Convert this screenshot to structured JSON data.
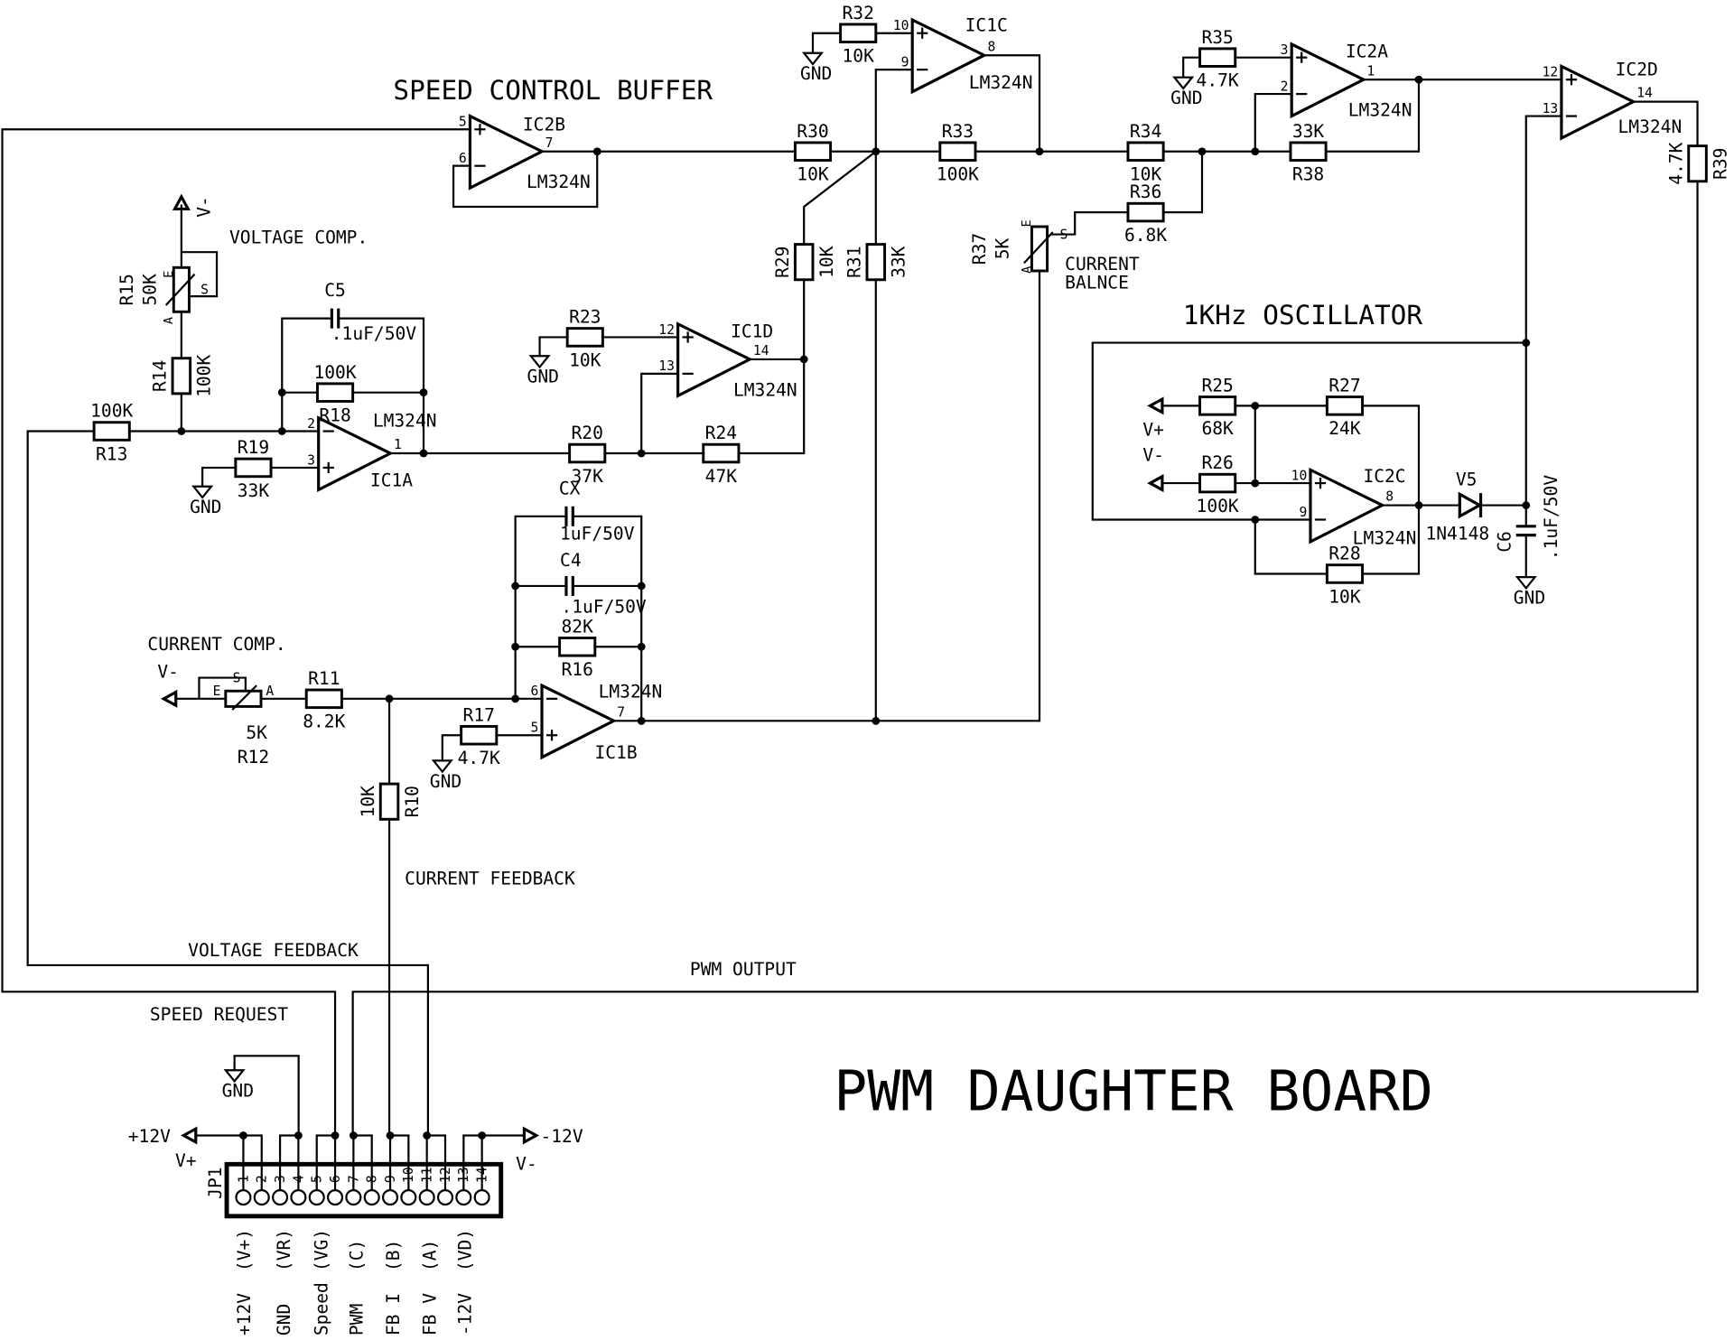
{
  "title": "PWM DAUGHTER BOARD",
  "sections": {
    "speed_buffer": "SPEED CONTROL BUFFER",
    "oscillator": "1KHz OSCILLATOR",
    "voltage_comp": "VOLTAGE COMP.",
    "current_comp": "CURRENT COMP.",
    "current_balance_1": "CURRENT",
    "current_balance_2": "BALNCE",
    "current_feedback": "CURRENT FEEDBACK",
    "voltage_feedback": "VOLTAGE FEEDBACK",
    "pwm_output": "PWM OUTPUT",
    "speed_request": "SPEED REQUEST"
  },
  "opamps": {
    "IC2B": {
      "ref": "IC2B",
      "part": "LM324N",
      "plus": "5",
      "minus": "6",
      "out": "7"
    },
    "IC1C": {
      "ref": "IC1C",
      "part": "LM324N",
      "plus": "10",
      "minus": "9",
      "out": "8"
    },
    "IC2A": {
      "ref": "IC2A",
      "part": "LM324N",
      "plus": "3",
      "minus": "2",
      "out": "1"
    },
    "IC2D": {
      "ref": "IC2D",
      "part": "LM324N",
      "plus": "12",
      "minus": "13",
      "out": "14"
    },
    "IC1A": {
      "ref": "IC1A",
      "part": "LM324N",
      "plus": "3",
      "minus": "2",
      "out": "1"
    },
    "IC1D": {
      "ref": "IC1D",
      "part": "LM324N",
      "plus": "12",
      "minus": "13",
      "out": "14"
    },
    "IC1B": {
      "ref": "IC1B",
      "part": "LM324N",
      "plus": "5",
      "minus": "6",
      "out": "7"
    },
    "IC2C": {
      "ref": "IC2C",
      "part": "LM324N",
      "plus": "10",
      "minus": "9",
      "out": "8"
    }
  },
  "resistors": {
    "R30": {
      "ref": "R30",
      "value": "10K"
    },
    "R32": {
      "ref": "R32",
      "value": "10K"
    },
    "R33": {
      "ref": "R33",
      "value": "100K"
    },
    "R34": {
      "ref": "R34",
      "value": "10K"
    },
    "R35": {
      "ref": "R35",
      "value": "4.7K"
    },
    "R36": {
      "ref": "R36",
      "value": "6.8K"
    },
    "R38": {
      "ref": "R38",
      "value": "33K"
    },
    "R39": {
      "ref": "R39",
      "value": "4.7K"
    },
    "R29": {
      "ref": "R29",
      "value": "10K"
    },
    "R31": {
      "ref": "R31",
      "value": "33K"
    },
    "R14": {
      "ref": "R14",
      "value": "100K"
    },
    "R13": {
      "ref": "R13",
      "value": "100K"
    },
    "R18": {
      "ref": "R18",
      "value": "100K"
    },
    "R19": {
      "ref": "R19",
      "value": "33K"
    },
    "R23": {
      "ref": "R23",
      "value": "10K"
    },
    "R20": {
      "ref": "R20",
      "value": "37K"
    },
    "R24": {
      "ref": "R24",
      "value": "47K"
    },
    "R16": {
      "ref": "R16",
      "value": "82K"
    },
    "R11": {
      "ref": "R11",
      "value": "8.2K"
    },
    "R17": {
      "ref": "R17",
      "value": "4.7K"
    },
    "R10": {
      "ref": "R10",
      "value": "10K"
    },
    "R25": {
      "ref": "R25",
      "value": "68K"
    },
    "R27": {
      "ref": "R27",
      "value": "24K"
    },
    "R26": {
      "ref": "R26",
      "value": "100K"
    },
    "R28": {
      "ref": "R28",
      "value": "10K"
    }
  },
  "pots": {
    "R15": {
      "ref": "R15",
      "value": "50K",
      "e": "E",
      "a": "A",
      "s": "S"
    },
    "R37": {
      "ref": "R37",
      "value": "5K",
      "e": "E",
      "a": "A",
      "s": "S"
    },
    "R12": {
      "ref": "R12",
      "value": "5K",
      "e": "E",
      "a": "A",
      "s": "S"
    }
  },
  "capacitors": {
    "C5": {
      "ref": "C5",
      "value": ".1uF/50V"
    },
    "CX": {
      "ref": "CX",
      "value": "1uF/50V"
    },
    "C4": {
      "ref": "C4",
      "value": ".1uF/50V"
    },
    "C6": {
      "ref": "C6",
      "value": ".1uF/50V"
    }
  },
  "diode": {
    "ref": "V5",
    "value": "1N4148"
  },
  "power": {
    "gnd": "GND",
    "vplus": "V+",
    "vminus": "V-",
    "p12": "+12V",
    "m12": "-12V"
  },
  "connector": {
    "ref": "JP1",
    "pins": [
      "1",
      "2",
      "3",
      "4",
      "5",
      "6",
      "7",
      "8",
      "9",
      "10",
      "11",
      "12",
      "13",
      "14"
    ],
    "signals": [
      {
        "code": "(V+)",
        "name": "+12V"
      },
      {
        "code": "(VR)",
        "name": "GND"
      },
      {
        "code": "(VG)",
        "name": "Speed"
      },
      {
        "code": "(C)",
        "name": "PWM"
      },
      {
        "code": "(B)",
        "name": "FB I"
      },
      {
        "code": "(A)",
        "name": "FB V"
      },
      {
        "code": "(VD)",
        "name": "-12V"
      }
    ]
  }
}
